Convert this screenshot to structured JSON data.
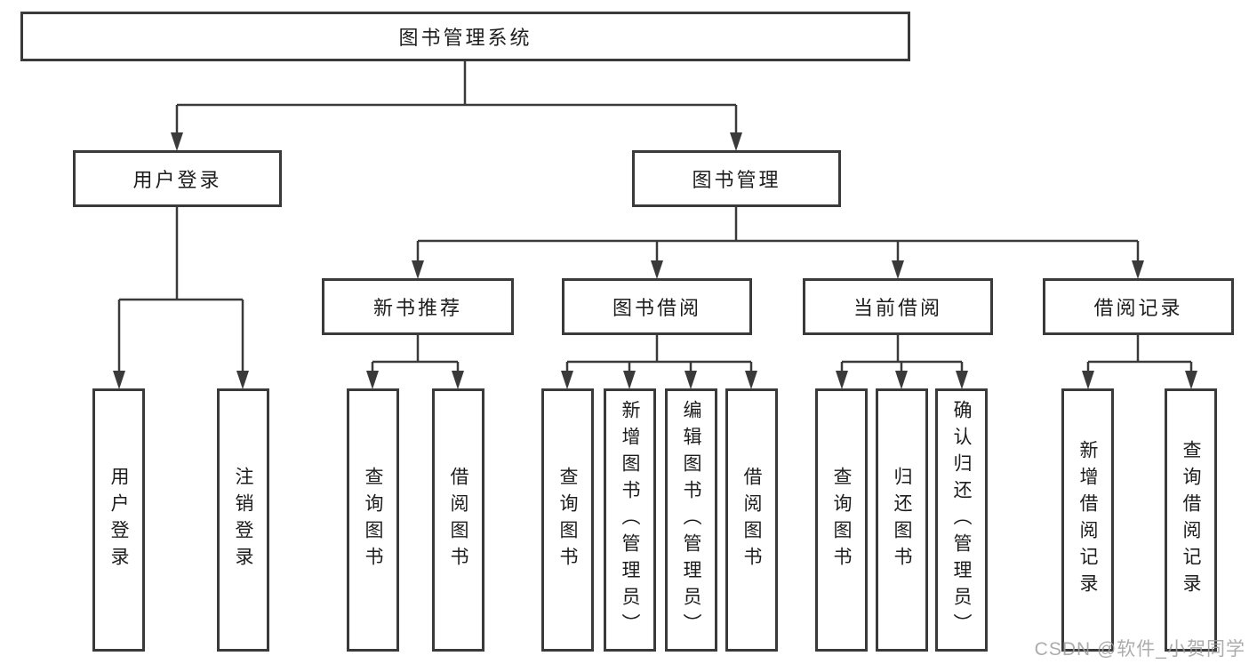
{
  "diagram": {
    "root": {
      "label": "图书管理系统"
    },
    "level2": [
      {
        "label": "用户登录"
      },
      {
        "label": "图书管理"
      }
    ],
    "level3": [
      {
        "label": "新书推荐"
      },
      {
        "label": "图书借阅"
      },
      {
        "label": "当前借阅"
      },
      {
        "label": "借阅记录"
      }
    ],
    "leaves": {
      "user_login": [
        "用户登录",
        "注销登录"
      ],
      "new_book_recommend": [
        "查询图书",
        "借阅图书"
      ],
      "book_borrowing": [
        "查询图书",
        "新增图书（管理员）",
        "编辑图书（管理员）",
        "借阅图书"
      ],
      "current_borrowing": [
        "查询图书",
        "归还图书",
        "确认归还（管理员）"
      ],
      "borrowing_records": [
        "新增借阅记录",
        "查询借阅记录"
      ]
    },
    "watermark": "CSDN @软件_小贺同学",
    "colors": {
      "line": "#3a3a3a",
      "box_border": "#3a3a3a",
      "text": "#1d1d1d",
      "watermark": "#9e9e9e",
      "background": "#ffffff"
    }
  }
}
